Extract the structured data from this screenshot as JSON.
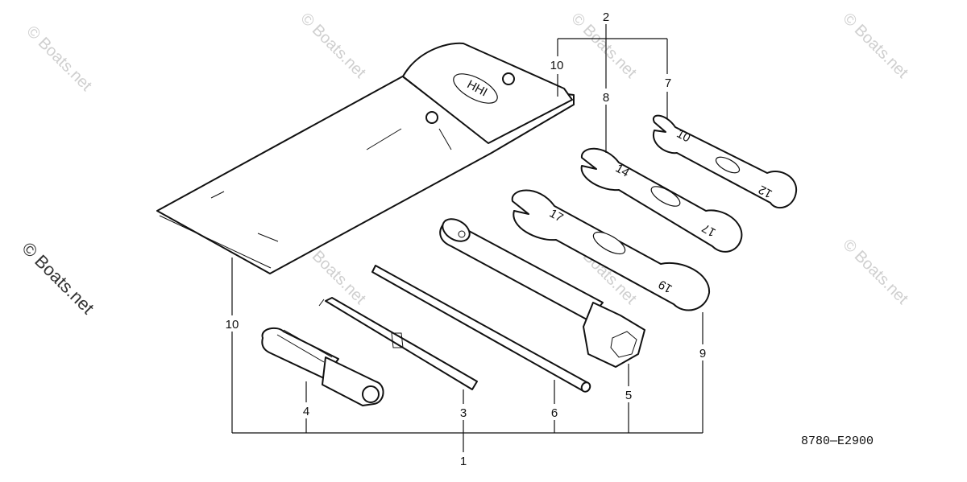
{
  "callouts": {
    "c1": "1",
    "c2": "2",
    "c3": "3",
    "c4": "4",
    "c5": "5",
    "c6": "6",
    "c7": "7",
    "c8": "8",
    "c9": "9",
    "c10_top": "10",
    "c10_left": "10"
  },
  "diagram_code": "8780—E2900",
  "watermark": "© Boats.net",
  "side_watermark": "© Boats.net",
  "logo_text": "HHI",
  "wrench_sizes": {
    "w7_a": "10",
    "w7_b": "12",
    "w8_a": "14",
    "w8_b": "17",
    "w9_a": "17",
    "w9_b": "19"
  }
}
